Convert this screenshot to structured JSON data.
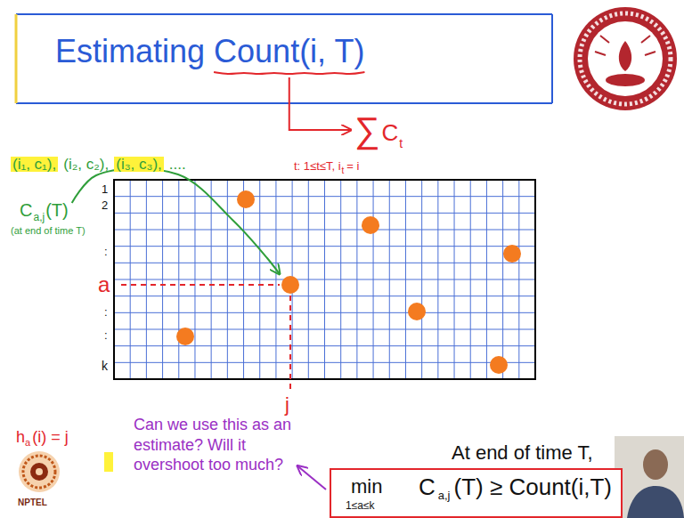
{
  "diagram": {
    "title": "Estimating Count(i, T)",
    "nodes": [
      {
        "text": [
          "min",
          "1≤a≤k",
          "C",
          "a,j",
          "(T) ≥ Count(i,T)"
        ]
      }
    ],
    "labels": [
      "∑",
      "C",
      "t",
      "t: 1≤t≤T, i",
      "t",
      "= i",
      "(i₁, c₁),",
      "(i₂, c₂),",
      "(i₃, c₃),",
      "....",
      "C",
      "a,j",
      "(T)",
      "(at end of time T)",
      "1",
      "2",
      ":",
      "a",
      ":",
      ":",
      "k",
      "j",
      "h",
      "a",
      "(i) = j",
      "Can we use this as an estimate? Will it overshoot too much?",
      "At end of time T,",
      "NPTEL"
    ]
  }
}
